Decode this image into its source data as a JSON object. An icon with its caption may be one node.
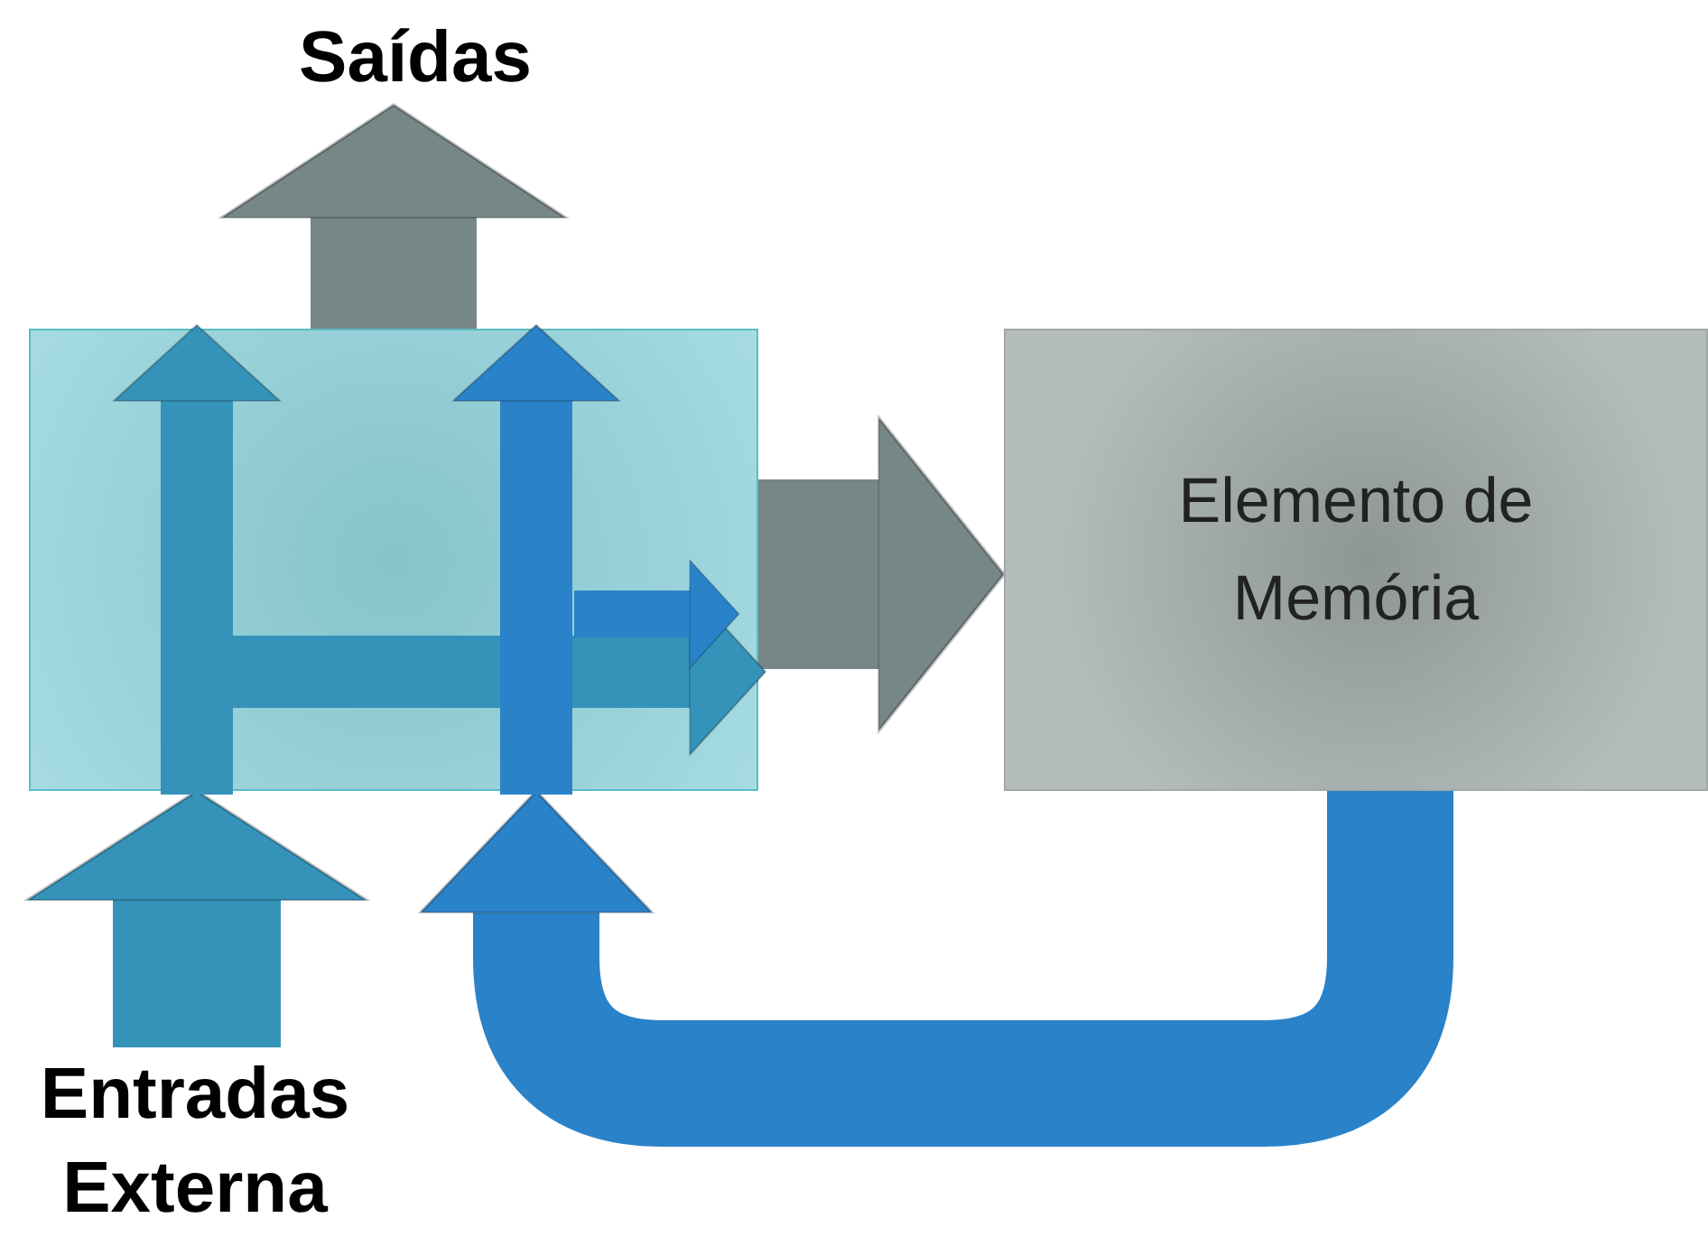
{
  "diagram": {
    "nodes": [
      {
        "text": [
          "Saídas"
        ]
      },
      {
        "text": [],
        "shape": "box"
      },
      {
        "text": [
          "Elemento de Memória"
        ]
      },
      {
        "text": [
          "Entradas Externa"
        ]
      }
    ],
    "edges": [
      {
        "from": 1,
        "to": 0,
        "arrow": "to",
        "color": "#778787"
      },
      {
        "from": 3,
        "to": 1,
        "arrow": "to",
        "color": "#3592b8"
      },
      {
        "from": 2,
        "to": 1,
        "arrow": "to",
        "color": "#2a82c8"
      },
      {
        "from": 1,
        "to": 2,
        "arrow": "to",
        "color": "#778787"
      }
    ]
  }
}
